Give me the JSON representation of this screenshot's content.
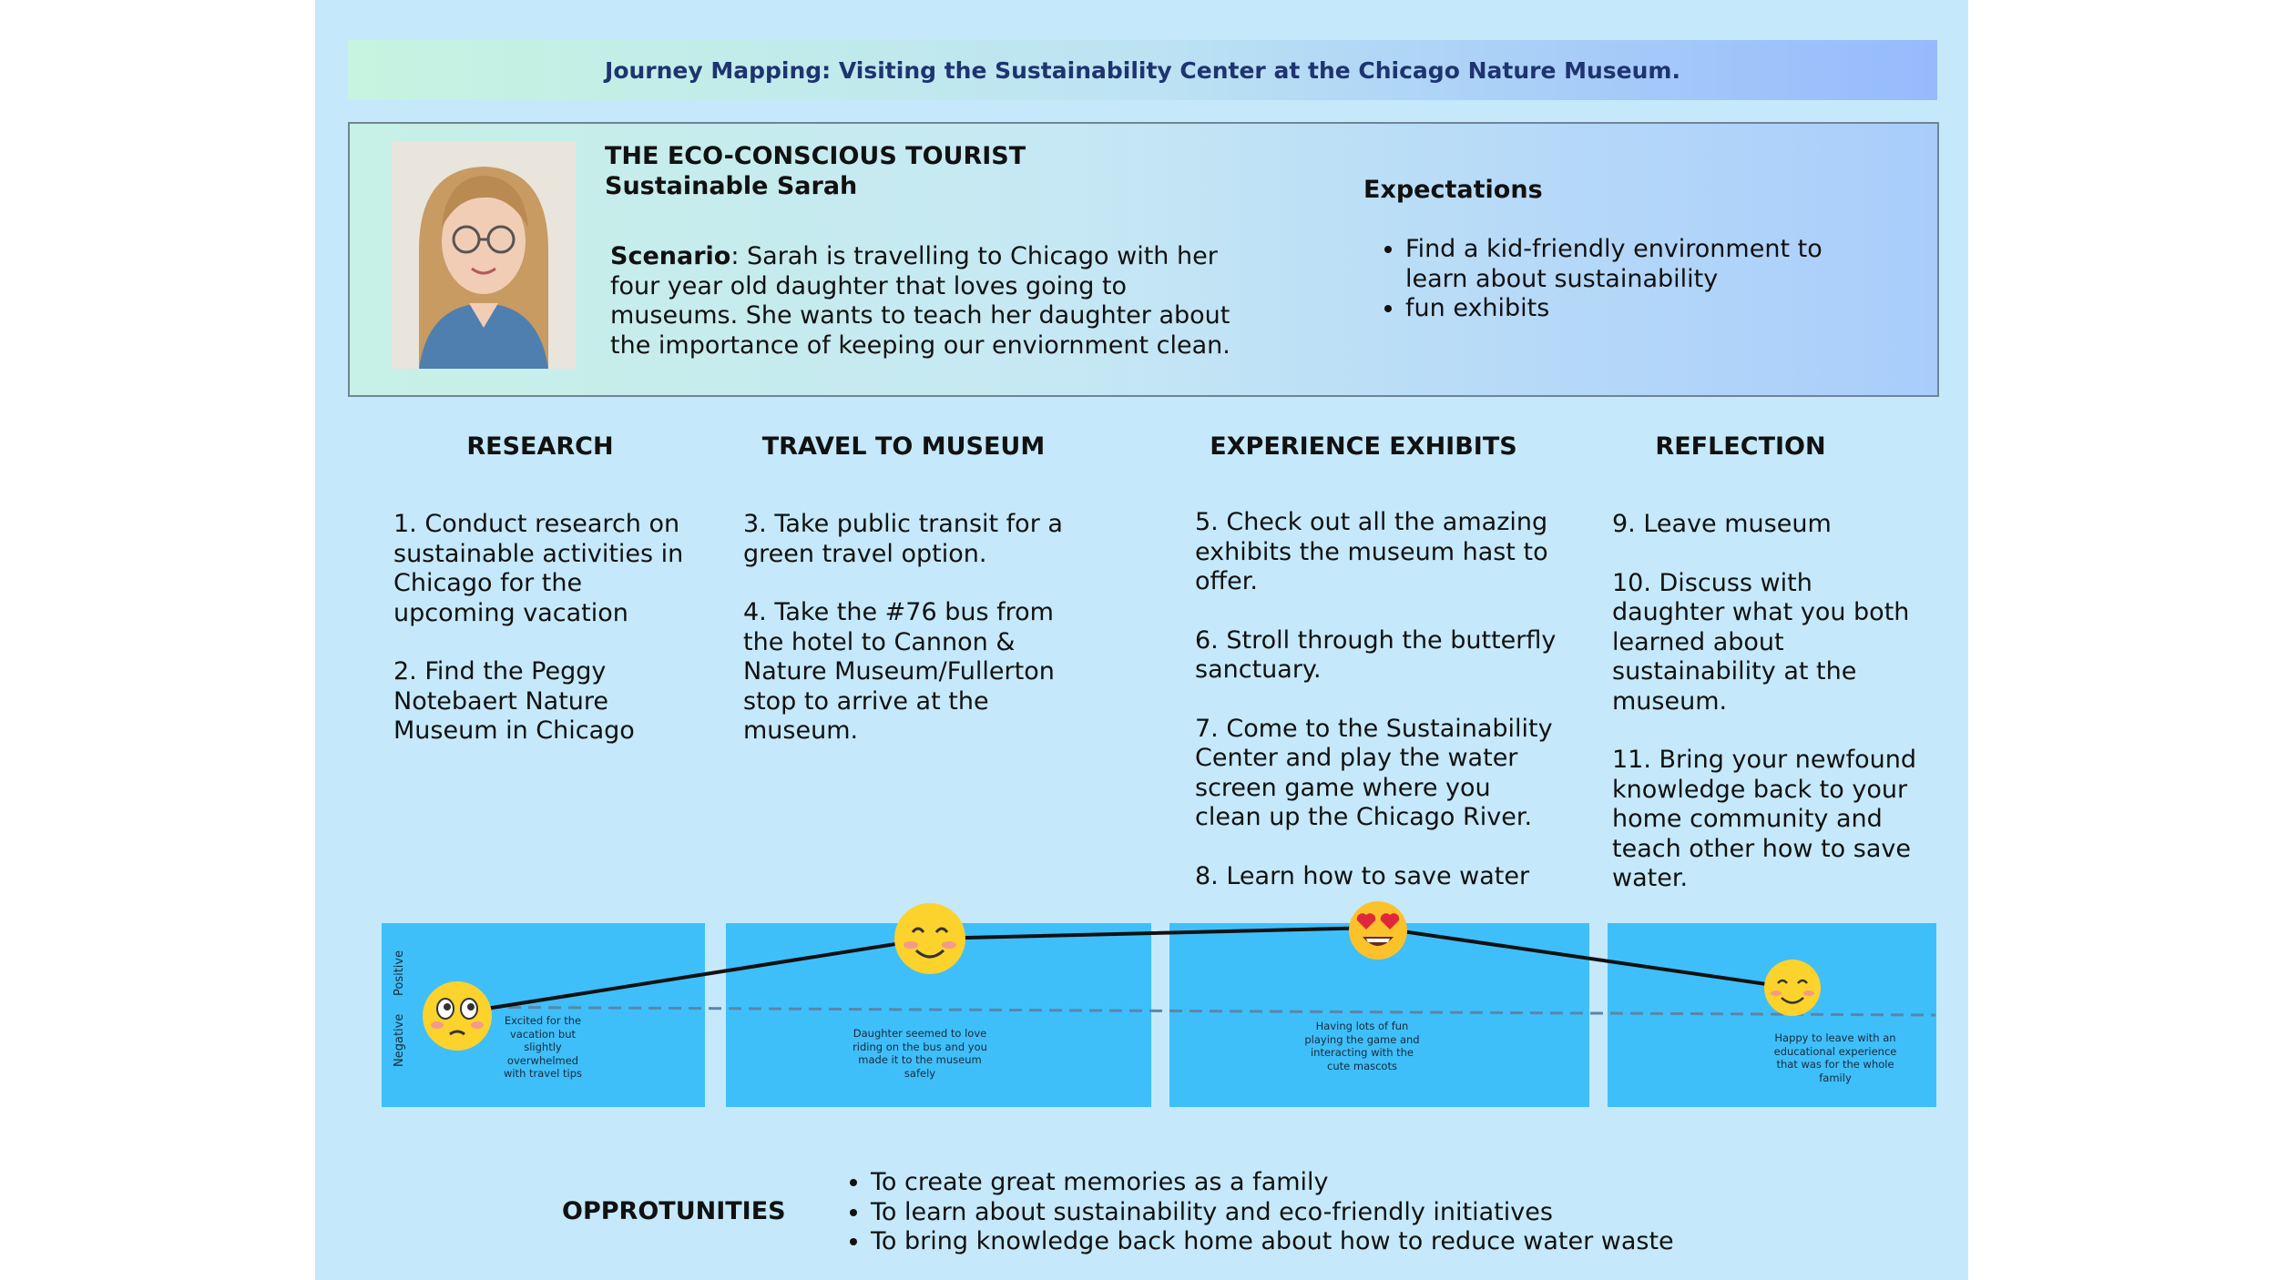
{
  "title": "Journey Mapping: Visiting the Sustainability Center at the  Chicago Nature Museum.",
  "persona": {
    "type": "THE ECO-CONSCIOUS TOURIST",
    "name": "Sustainable Sarah",
    "scenario_label": "Scenario",
    "scenario_text": ": Sarah is travelling to Chicago with her four year old daughter that loves going to museums. She wants to teach her daughter about the importance of keeping our enviornment clean.",
    "photo_alt": "portrait-photo"
  },
  "expectations": {
    "title": "Expectations",
    "items": [
      "Find a kid-friendly environment to learn about sustainability",
      "fun exhibits"
    ]
  },
  "phases": [
    {
      "title": "RESEARCH",
      "steps": [
        "1. Conduct research on sustainable activities in Chicago for the upcoming vacation",
        "2. Find the Peggy Notebaert Nature Museum in Chicago"
      ],
      "emotion_label": "Excited for the vacation but slightly overwhelmed with travel tips",
      "emoji": "😳"
    },
    {
      "title": "TRAVEL TO MUSEUM",
      "steps": [
        "3. Take public transit for a green travel option.",
        "4. Take the #76 bus from the hotel to Cannon & Nature Museum/Fullerton stop to arrive at the museum."
      ],
      "emotion_label": "Daughter seemed to love riding on the bus and you made it to the museum safely",
      "emoji": "😊"
    },
    {
      "title": "EXPERIENCE EXHIBITS",
      "steps": [
        "5. Check out all the amazing exhibits the museum hast to offer.",
        "6. Stroll through the butterfly sanctuary.",
        "7. Come to the Sustainability Center and play the water screen game where you clean up the Chicago River.",
        "8. Learn how to save water"
      ],
      "emotion_label": "Having lots of fun playing the game and interacting with the cute mascots",
      "emoji": "😍"
    },
    {
      "title": "REFLECTION",
      "steps": [
        "9. Leave museum",
        "10. Discuss with daughter what you both learned about sustainability at the museum.",
        "11. Bring your newfound knowledge back to your home community and teach other how to save water."
      ],
      "emotion_label": "Happy to leave with an educational experience that was for the whole family",
      "emoji": "😊"
    }
  ],
  "emotion_axis": {
    "positive": "Positive",
    "negative": "Negative"
  },
  "opportunities": {
    "title": "OPPROTUNITIES",
    "items": [
      "To create great memories as a family",
      "To learn about sustainability and eco-friendly initiatives",
      "To bring knowledge back home about how to reduce water waste"
    ]
  },
  "colors": {
    "background": "#c5e9fa",
    "panel": "#3ebffa",
    "title_text": "#1e3470"
  }
}
